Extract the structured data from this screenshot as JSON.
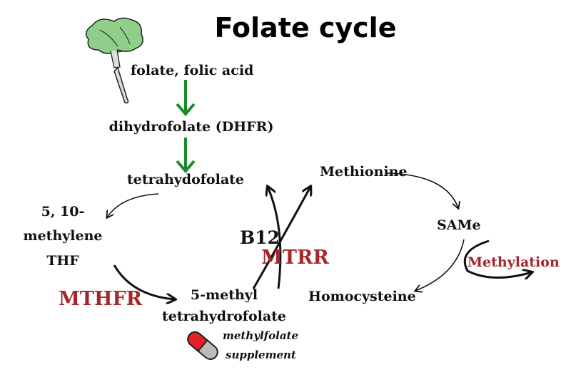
{
  "title": "Folate cycle",
  "nodes": {
    "folate": "folate, folic acid",
    "dhf": "dihydrofolate (DHFR)",
    "thf": "tetrahydofolate",
    "methylene_1": "5, 10-",
    "methylene_2": "methylene",
    "methylene_3": "THF",
    "methyl_thf_1": "5-methyl",
    "methyl_thf_2": "tetrahydrofolate",
    "methionine": "Methionine",
    "same": "SAMe",
    "homocysteine": "Homocysteine"
  },
  "enzymes": {
    "mthfr": "MTHFR",
    "mtrr": "MTRR",
    "b12": "B12",
    "methylation": "Methylation"
  },
  "supplement": {
    "line1": "methylfolate",
    "line2": "supplement"
  },
  "colors": {
    "green": "#1e8a2a",
    "red": "#a3272d"
  }
}
